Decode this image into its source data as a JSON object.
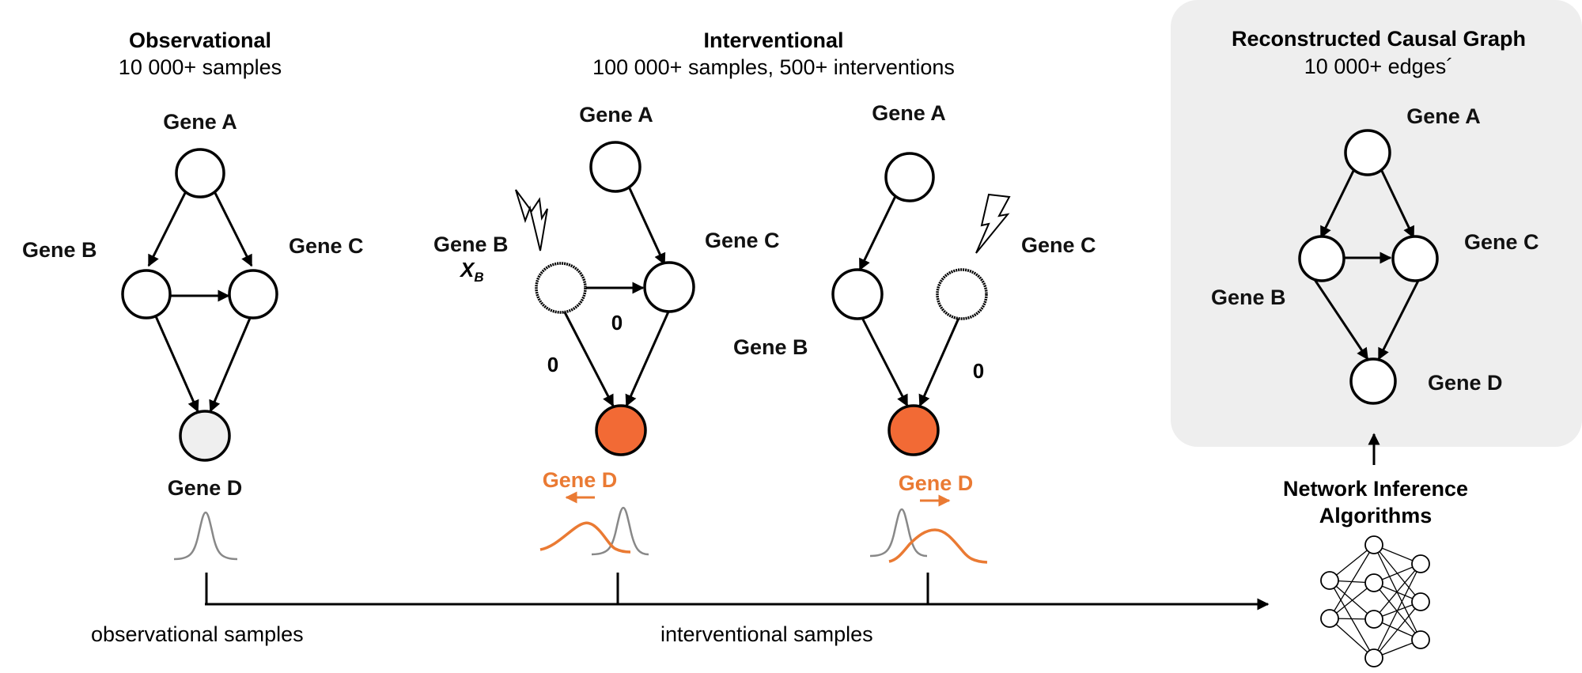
{
  "colors": {
    "accent_orange": "#ea7a33",
    "node_orange": "#f26a35",
    "node_gray": "#efefef",
    "panel_gray": "#eeeeee"
  },
  "observational": {
    "title": "Observational",
    "subtitle": "10 000+ samples",
    "gene_a": "Gene A",
    "gene_b": "Gene B",
    "gene_c": "Gene C",
    "gene_d": "Gene D"
  },
  "interventional": {
    "title": "Interventional",
    "subtitle": "100 000+ samples, 500+ interventions",
    "left": {
      "gene_a": "Gene A",
      "gene_b": "Gene B",
      "gene_b_var": "X",
      "gene_b_var_sub": "B",
      "gene_c": "Gene C",
      "gene_d": "Gene D",
      "zero_top": "0",
      "zero_bottom": "0"
    },
    "right": {
      "gene_a": "Gene A",
      "gene_b": "Gene B",
      "gene_c": "Gene C",
      "gene_d": "Gene D",
      "zero": "0"
    }
  },
  "reconstructed": {
    "title": "Reconstructed Causal Graph",
    "subtitle": "10 000+ edges´",
    "gene_a": "Gene A",
    "gene_b": "Gene B",
    "gene_c": "Gene C",
    "gene_d": "Gene D"
  },
  "network": {
    "label_line1": "Network Inference",
    "label_line2": "Algorithms",
    "icon": "neural-network-icon"
  },
  "timeline": {
    "observational_label": "observational samples",
    "interventional_label": "interventional samples"
  }
}
